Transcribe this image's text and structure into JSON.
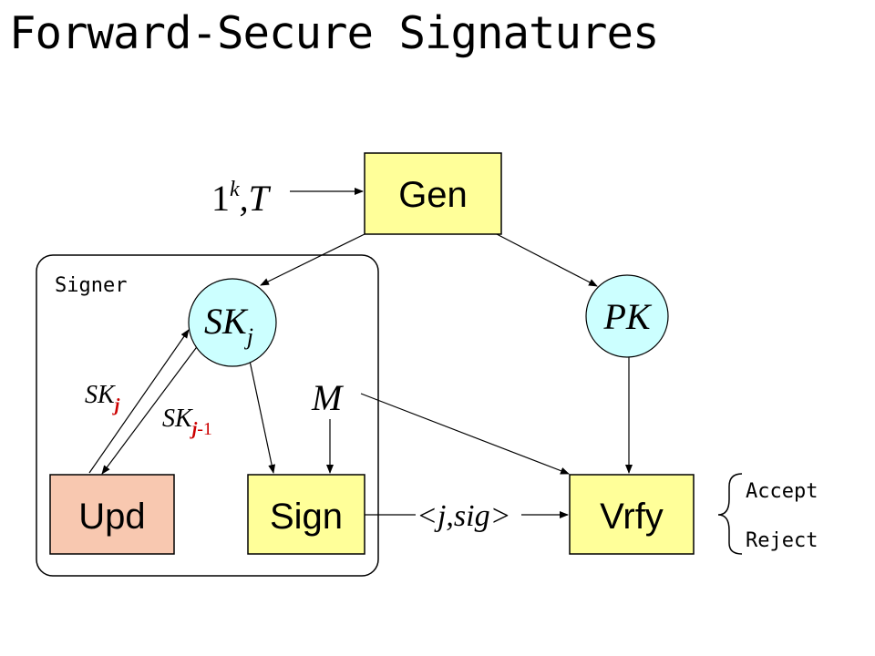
{
  "title": "Forward-Secure Signatures",
  "signer_label": "Signer",
  "boxes": {
    "gen": "Gen",
    "upd": "Upd",
    "sign": "Sign",
    "vrfy": "Vrfy"
  },
  "nodes": {
    "secret_key": {
      "base": "SK",
      "sub": "j"
    },
    "public_key": "PK"
  },
  "inputs": {
    "gen_input": {
      "one": "1",
      "sup": "k",
      "rest": ",T"
    },
    "message": "M"
  },
  "edge_labels": {
    "upd_out": {
      "base": "SK",
      "sub": "j"
    },
    "upd_in": {
      "base": "SK",
      "sub_var": "j",
      "sub_rest": "-1"
    },
    "signature": "<j,sig>"
  },
  "outcomes": [
    "Accept",
    "Reject"
  ],
  "colors": {
    "box_yellow": "#FFFF99",
    "box_pink": "#F8C8B0",
    "node_cyan": "#CCFFFF",
    "subscript_red": "#CC0000"
  }
}
